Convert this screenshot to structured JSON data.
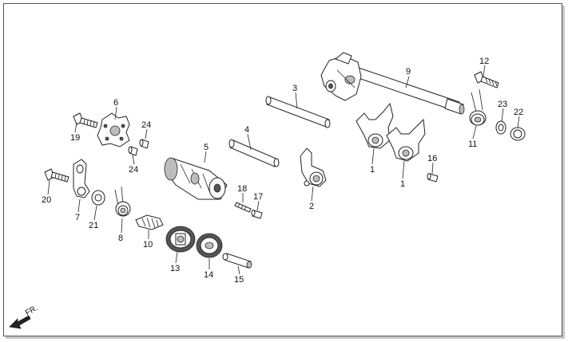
{
  "callouts": {
    "p1a": "1",
    "p1b": "1",
    "p2": "2",
    "p3": "3",
    "p4": "4",
    "p5": "5",
    "p6": "6",
    "p7": "7",
    "p8": "8",
    "p9": "9",
    "p10": "10",
    "p11": "11",
    "p12": "12",
    "p13": "13",
    "p14": "14",
    "p15": "15",
    "p16": "16",
    "p17": "17",
    "p18": "18",
    "p19": "19",
    "p20": "20",
    "p21": "21",
    "p22": "22",
    "p23": "23",
    "p24a": "24",
    "p24b": "24"
  },
  "direction": {
    "label": "FR."
  },
  "colors": {
    "line": "#222222",
    "shade": "#bdbdbd",
    "frame": "#555555"
  }
}
